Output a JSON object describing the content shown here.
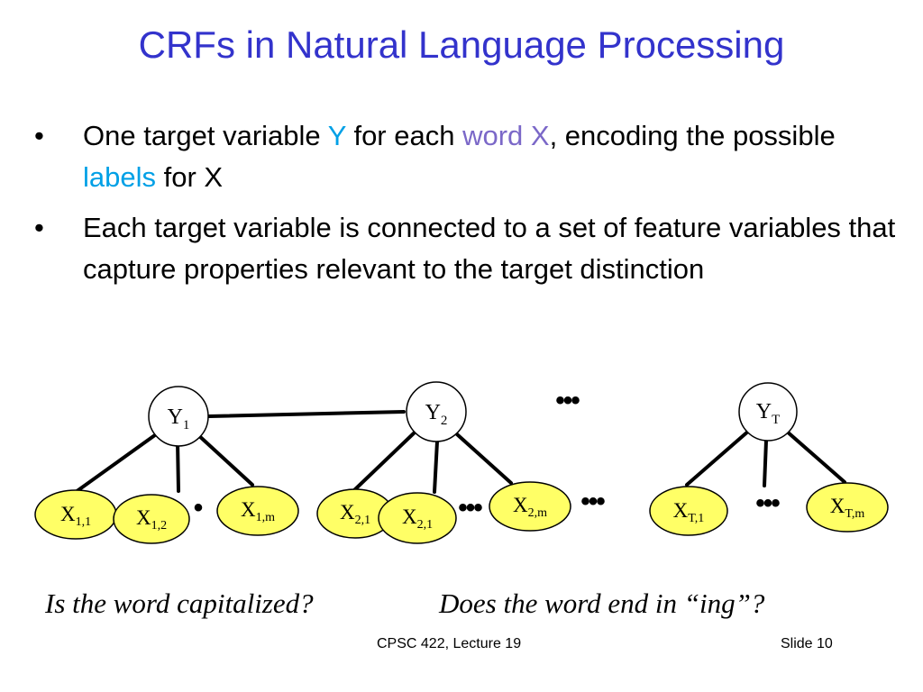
{
  "title": "CRFs in Natural Language Processing",
  "bullet_glyph": "•",
  "bullets": [
    {
      "parts": [
        {
          "text": "One target variable ",
          "color": "#000000"
        },
        {
          "text": "Y",
          "color": "#00a0e6"
        },
        {
          "text": " for each ",
          "color": "#000000"
        },
        {
          "text": "word X",
          "color": "#7b68c8"
        },
        {
          "text": ", encoding the possible ",
          "color": "#000000"
        },
        {
          "text": "labels",
          "color": "#00a0e6"
        },
        {
          "text": " for X",
          "color": "#000000"
        }
      ]
    },
    {
      "parts": [
        {
          "text": "Each target variable is connected to a set of feature variables  that capture properties relevant to the target distinction",
          "color": "#000000"
        }
      ]
    }
  ],
  "diagram": {
    "node_fill": "#ffff66",
    "y_nodes": [
      {
        "base": "Y",
        "sub": "1"
      },
      {
        "base": "Y",
        "sub": "2"
      },
      {
        "base": "Y",
        "sub": "T"
      }
    ],
    "x_nodes": [
      {
        "base": "X",
        "sub": "1,1"
      },
      {
        "base": "X",
        "sub": "1,2"
      },
      {
        "base": "X",
        "sub": "1,m"
      },
      {
        "base": "X",
        "sub": "2,1"
      },
      {
        "base": "X",
        "sub": "2,1"
      },
      {
        "base": "X",
        "sub": "2,m"
      },
      {
        "base": "X",
        "sub": "T,1"
      },
      {
        "base": "X",
        "sub": "T,m"
      }
    ],
    "ellipsis": "•••",
    "single_dot": "•"
  },
  "questions": [
    "Is the word capitalized?",
    "Does the word end in “ing”?"
  ],
  "footer": {
    "course": "CPSC 422, Lecture 19",
    "slide": "Slide 10"
  }
}
